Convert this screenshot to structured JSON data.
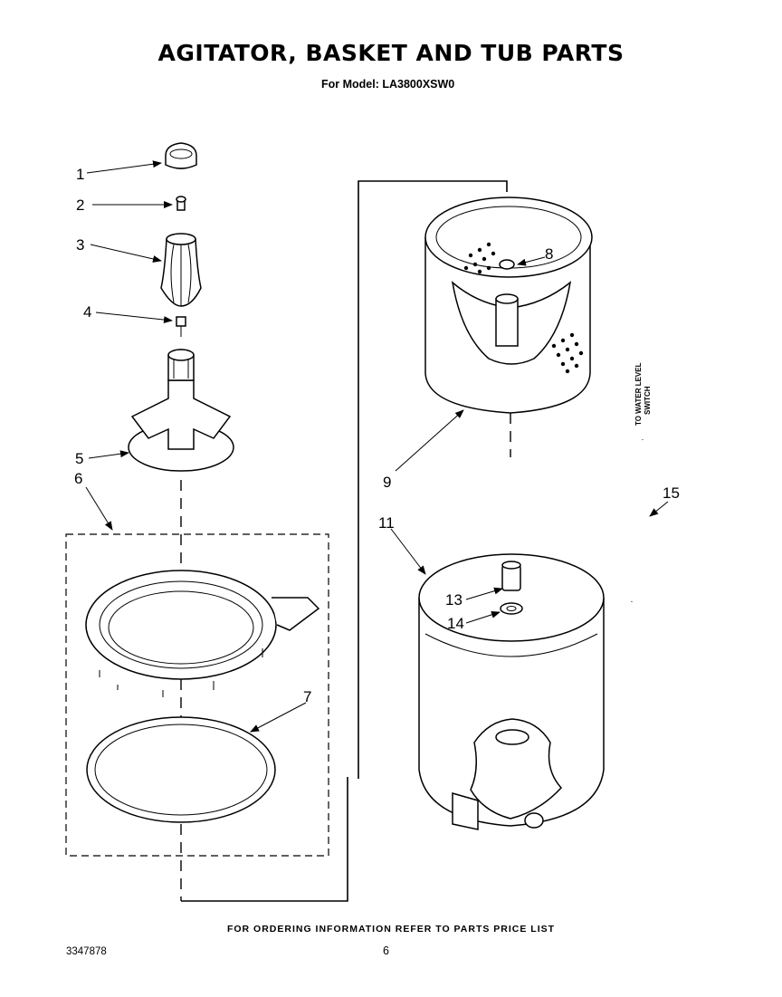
{
  "header": {
    "title": "AGITATOR, BASKET AND TUB PARTS",
    "subtitle": "For Model: LA3800XSW0"
  },
  "callouts": {
    "c1": "1",
    "c2": "2",
    "c3": "3",
    "c4": "4",
    "c5": "5",
    "c6": "6",
    "c7": "7",
    "c8": "8",
    "c9": "9",
    "c11": "11",
    "c13": "13",
    "c14": "14",
    "c15": "15"
  },
  "annotations": {
    "water_level_line1": "TO WATER LEVEL",
    "water_level_line2": "SWITCH"
  },
  "footer": {
    "ordering_note": "FOR ORDERING INFORMATION REFER TO PARTS PRICE LIST",
    "document_number": "3347878",
    "page_number": "6"
  }
}
